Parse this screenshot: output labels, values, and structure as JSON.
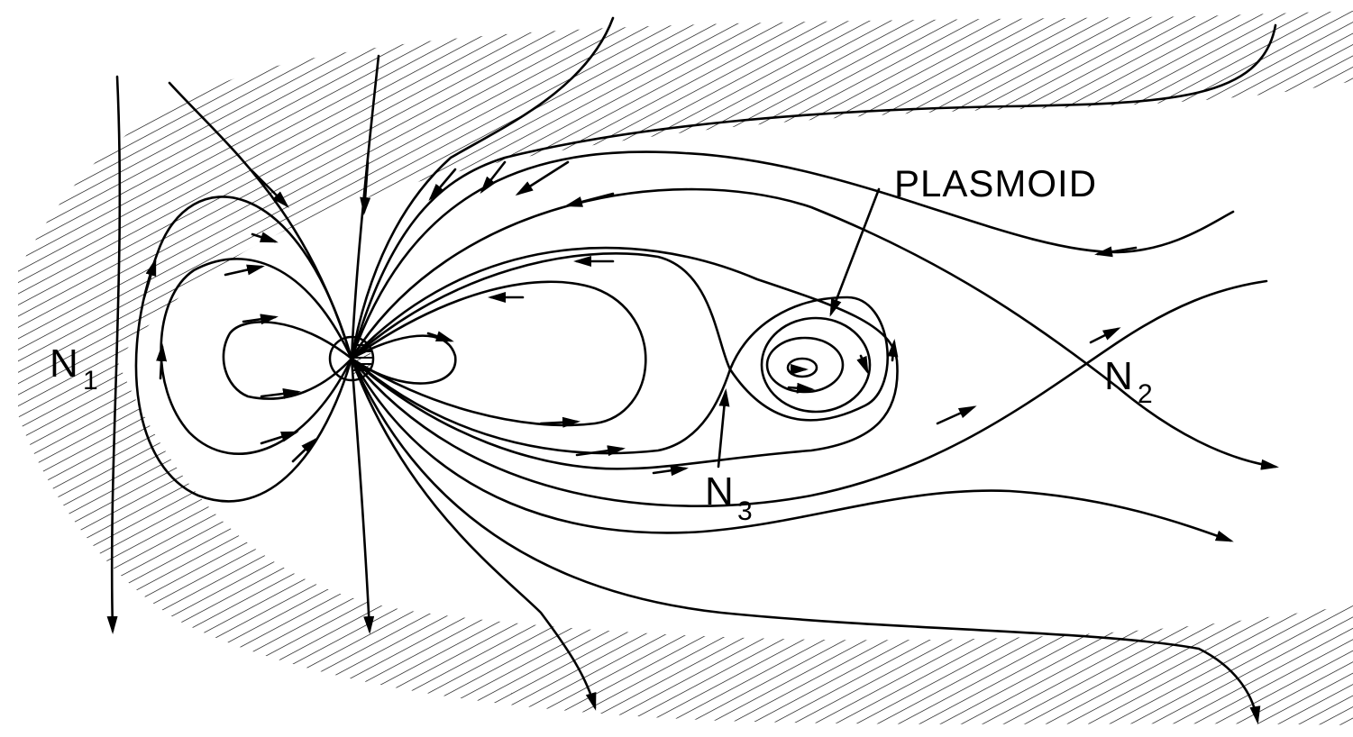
{
  "diagram": {
    "labels": {
      "plasmoid": "PLASMOID",
      "n1_main": "N",
      "n1_sub": "1",
      "n2_main": "N",
      "n2_sub": "2",
      "n3_main": "N",
      "n3_sub": "3"
    },
    "colors": {
      "lines": "#000000",
      "background": "#ffffff",
      "hatch": "#000000"
    }
  }
}
